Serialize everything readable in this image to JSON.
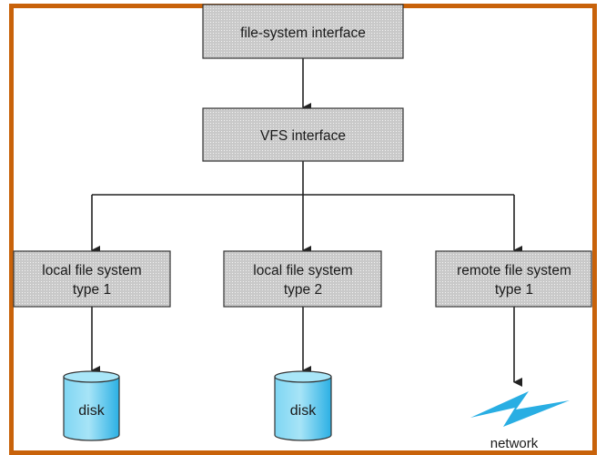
{
  "diagram": {
    "colors": {
      "frame": "#c8620a",
      "box_fill": "#d3d3d3",
      "box_stroke": "#333333",
      "disk_fill": "#5cc8ef",
      "network": "#29aee3"
    },
    "top_box": {
      "label": "file-system interface"
    },
    "vfs_box": {
      "label": "VFS interface"
    },
    "fs_boxes": [
      {
        "line1": "local file system",
        "line2": "type 1"
      },
      {
        "line1": "local file system",
        "line2": "type 2"
      },
      {
        "line1": "remote file system",
        "line2": "type 1"
      }
    ],
    "targets": [
      {
        "kind": "disk",
        "label": "disk"
      },
      {
        "kind": "disk",
        "label": "disk"
      },
      {
        "kind": "network",
        "label": "network"
      }
    ]
  }
}
